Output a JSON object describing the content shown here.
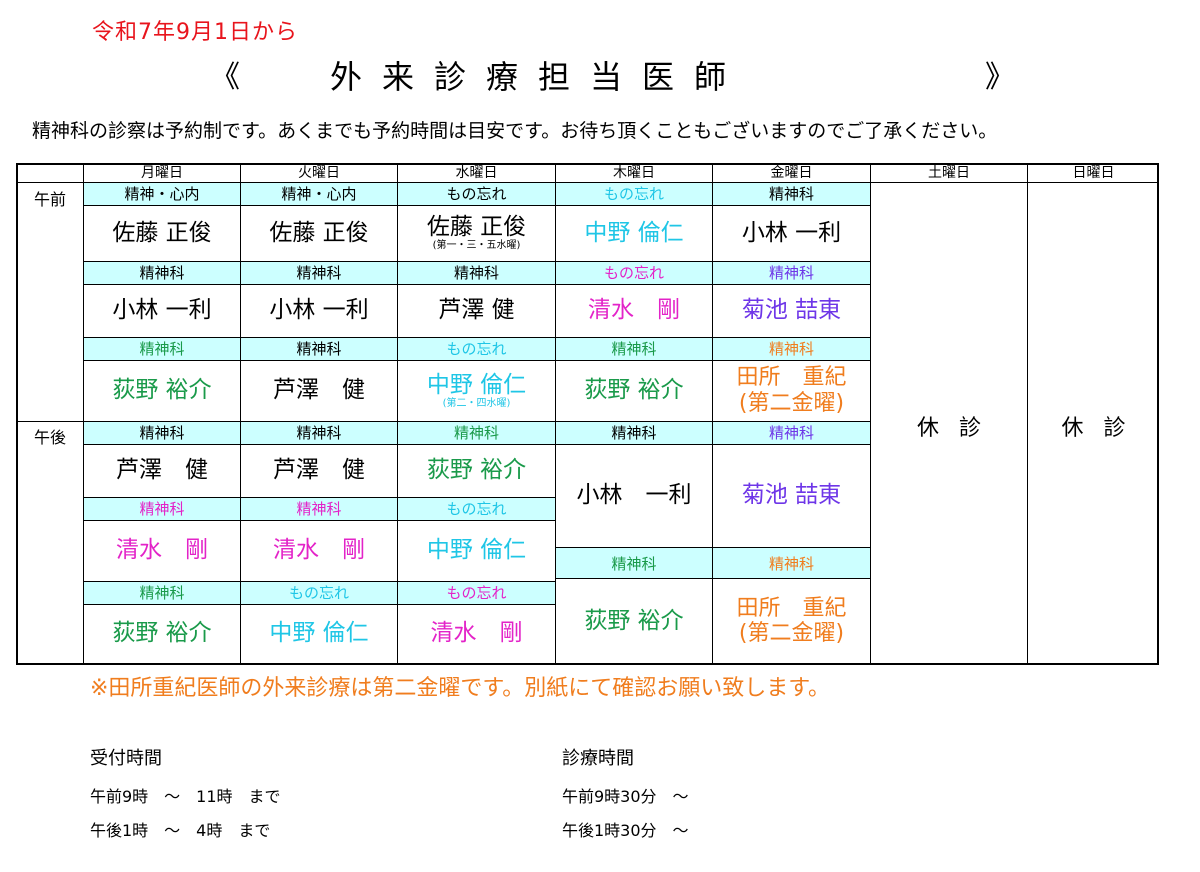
{
  "effective_date": "令和7年9月1日から",
  "title": {
    "open": "《",
    "text": "外来診療担当医師",
    "close": "》"
  },
  "notice": "精神科の診察は予約制です。あくまでも予約時間は目安です。お待ち頂くこともございますのでご了承ください。",
  "days": [
    "月曜日",
    "火曜日",
    "水曜日",
    "木曜日",
    "金曜日",
    "土曜日",
    "日曜日"
  ],
  "periods": {
    "am": "午前",
    "pm": "午後"
  },
  "colors": {
    "black": "#000000",
    "green": "#1a9a4a",
    "cyan": "#1fc6e6",
    "magenta": "#e323c8",
    "purple": "#6e36e8",
    "orange": "#f07d1e",
    "red": "#e8141c",
    "dept_bg": "#ccffff"
  },
  "am": {
    "mon": [
      {
        "dept": "精神・心内",
        "doctor": "佐藤 正俊",
        "dept_color": "black",
        "doc_color": "black"
      },
      {
        "dept": "精神科",
        "doctor": "小林 一利",
        "dept_color": "black",
        "doc_color": "black"
      },
      {
        "dept": "精神科",
        "doctor": "荻野 裕介",
        "dept_color": "green",
        "doc_color": "green"
      }
    ],
    "tue": [
      {
        "dept": "精神・心内",
        "doctor": "佐藤 正俊",
        "dept_color": "black",
        "doc_color": "black"
      },
      {
        "dept": "精神科",
        "doctor": "小林 一利",
        "dept_color": "black",
        "doc_color": "black"
      },
      {
        "dept": "精神科",
        "doctor": "芦澤　健",
        "dept_color": "black",
        "doc_color": "black"
      }
    ],
    "wed": [
      {
        "dept": "もの忘れ",
        "doctor": "佐藤 正俊",
        "note": "(第一・三・五水曜)",
        "dept_color": "black",
        "doc_color": "black"
      },
      {
        "dept": "精神科",
        "doctor": "芦澤 健",
        "dept_color": "black",
        "doc_color": "black"
      },
      {
        "dept": "もの忘れ",
        "doctor": "中野 倫仁",
        "note": "(第二・四水曜)",
        "dept_color": "cyan",
        "doc_color": "cyan"
      }
    ],
    "thu": [
      {
        "dept": "もの忘れ",
        "doctor": "中野 倫仁",
        "dept_color": "cyan",
        "doc_color": "cyan"
      },
      {
        "dept": "もの忘れ",
        "doctor": "清水　剛",
        "dept_color": "magenta",
        "doc_color": "magenta"
      },
      {
        "dept": "精神科",
        "doctor": "荻野 裕介",
        "dept_color": "green",
        "doc_color": "green"
      }
    ],
    "fri": [
      {
        "dept": "精神科",
        "doctor": "小林 一利",
        "dept_color": "black",
        "doc_color": "black"
      },
      {
        "dept": "精神科",
        "doctor": "菊池 喆東",
        "dept_color": "purple",
        "doc_color": "purple"
      },
      {
        "dept": "精神科",
        "doctor": "田所　重紀",
        "note": "(第二金曜)",
        "dept_color": "orange",
        "doc_color": "orange"
      }
    ]
  },
  "pm": {
    "mon": [
      {
        "dept": "精神科",
        "doctor": "芦澤　健",
        "dept_color": "black",
        "doc_color": "black"
      },
      {
        "dept": "精神科",
        "doctor": "清水　剛",
        "dept_color": "magenta",
        "doc_color": "magenta"
      },
      {
        "dept": "精神科",
        "doctor": "荻野 裕介",
        "dept_color": "green",
        "doc_color": "green"
      }
    ],
    "tue": [
      {
        "dept": "精神科",
        "doctor": "芦澤　健",
        "dept_color": "black",
        "doc_color": "black"
      },
      {
        "dept": "精神科",
        "doctor": "清水　剛",
        "dept_color": "magenta",
        "doc_color": "magenta"
      },
      {
        "dept": "もの忘れ",
        "doctor": "中野 倫仁",
        "dept_color": "cyan",
        "doc_color": "cyan"
      }
    ],
    "wed": [
      {
        "dept": "精神科",
        "doctor": "荻野 裕介",
        "dept_color": "green",
        "doc_color": "green"
      },
      {
        "dept": "もの忘れ",
        "doctor": "中野 倫仁",
        "dept_color": "cyan",
        "doc_color": "cyan"
      },
      {
        "dept": "もの忘れ",
        "doctor": "清水　剛",
        "dept_color": "magenta",
        "doc_color": "magenta"
      }
    ],
    "thu": [
      {
        "dept": "精神科",
        "doctor": "小林　一利",
        "dept_color": "black",
        "doc_color": "black"
      },
      {
        "dept": "精神科",
        "doctor": "荻野 裕介",
        "dept_color": "green",
        "doc_color": "green"
      }
    ],
    "fri": [
      {
        "dept": "精神科",
        "doctor": "菊池 喆東",
        "dept_color": "purple",
        "doc_color": "purple"
      },
      {
        "dept": "精神科",
        "doctor": "田所　重紀",
        "note": "(第二金曜)",
        "dept_color": "orange",
        "doc_color": "orange"
      }
    ]
  },
  "closed": {
    "sat": "休診",
    "sun": "休診"
  },
  "footnote": "※田所重紀医師の外来診療は第二金曜です。別紙にて確認お願い致します。",
  "reception_hours": {
    "title": "受付時間",
    "am": "午前9時　～　11時　まで",
    "pm": "午後1時　～　4時　まで"
  },
  "consultation_hours": {
    "title": "診療時間",
    "am": "午前9時30分　～",
    "pm": "午後1時30分　～"
  }
}
